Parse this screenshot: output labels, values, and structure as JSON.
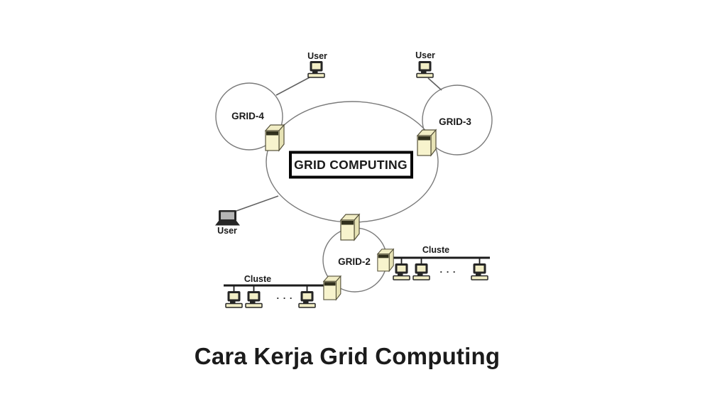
{
  "title": {
    "text": "Cara Kerja Grid Computing"
  },
  "diagram": {
    "center_label": "GRID COMPUTING",
    "grid4_label": "GRID-4",
    "grid3_label": "GRID-3",
    "grid2_label": "GRID-2",
    "user_top_left_label": "User",
    "user_top_right_label": "User",
    "user_left_label": "User",
    "cluster_left_label": "Cluste",
    "cluster_right_label": "Cluste",
    "ellipsis_left": ". . .",
    "ellipsis_right": ". . .",
    "colors": {
      "background": "#ffffff",
      "outline_gray": "#7a7a7a",
      "connector_gray": "#606060",
      "bus_black": "#1c1c1c",
      "box_border": "#050505",
      "server_front": "#f7f3cd",
      "server_side": "#e7e3b5",
      "server_top": "#f1edc5",
      "server_band": "#31301d",
      "server_outline": "#55513a",
      "icon_dark": "#262626",
      "screen_cream": "#f2eec6",
      "laptop_screen": "#b5b5b5",
      "label_text": "#1a1a1a"
    }
  }
}
